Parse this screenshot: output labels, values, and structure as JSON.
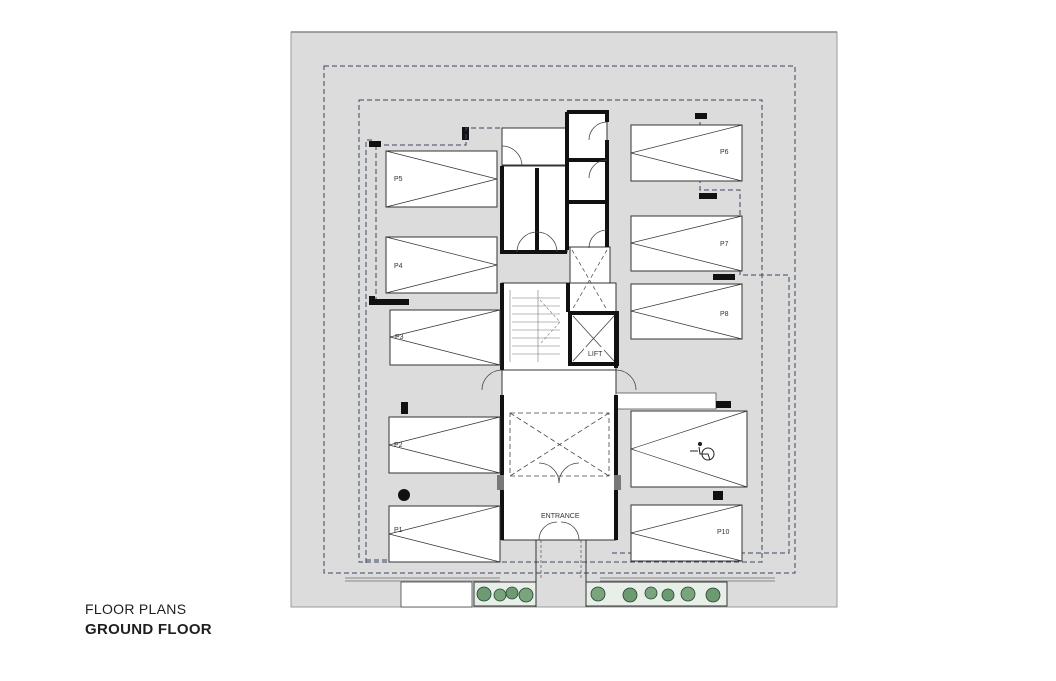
{
  "caption": {
    "subtitle": "FLOOR PLANS",
    "title": "GROUND FLOOR"
  },
  "labels": {
    "entrance": "ENTRANCE",
    "lift": "LIFT",
    "p1": "P1",
    "p2": "P2",
    "p3": "P3",
    "p4": "P4",
    "p5": "P5",
    "p6": "P6",
    "p7": "P7",
    "p8": "P8",
    "p10": "P10"
  },
  "colors": {
    "site_fill": "#dcdcdc",
    "slab_fill": "#f2f2f2",
    "wall": "#111111",
    "hedge": "#6e9a72",
    "outline": "#555555"
  },
  "icons": {
    "accessible_bay": "wheelchair-icon",
    "column_round": "circle-marker",
    "column_square": "square-marker"
  }
}
